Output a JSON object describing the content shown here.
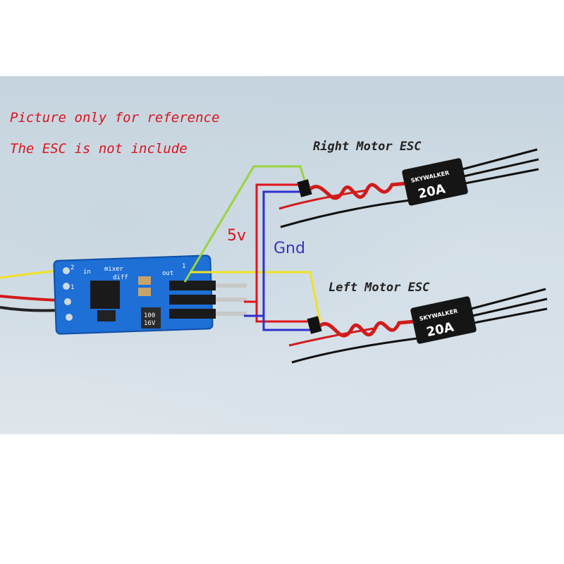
{
  "reference_lines": [
    "Picture only for reference",
    "The ESC is not include"
  ],
  "labels": {
    "right_esc": "Right Motor ESC",
    "left_esc": "Left Motor ESC",
    "voltage": "5v",
    "ground": "Gnd"
  },
  "board": {
    "mixer": "mixer",
    "diff": "diff",
    "in": "in",
    "out": "out",
    "pin_2": "2",
    "pin_1_in": "1",
    "pin_1_out": "1",
    "cap": "100\n16V"
  },
  "esc": {
    "brand": "SKYWALKER",
    "rating": "20A"
  },
  "colors": {
    "red_text": "#d9141e",
    "board_blue": "#1e6fd6",
    "wire_green": "#9ad43c",
    "wire_yellow": "#f0e224",
    "wire_red": "#e0141c",
    "wire_blue": "#2f2fd0"
  }
}
